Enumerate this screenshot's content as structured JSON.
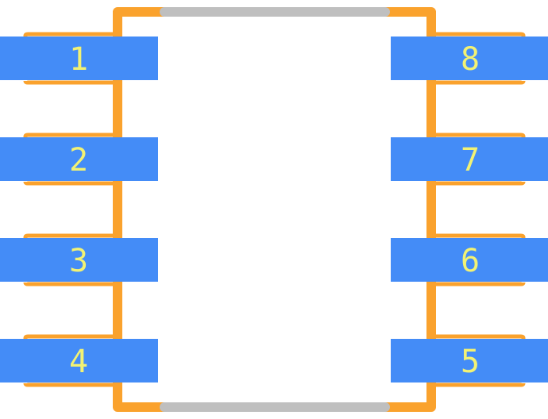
{
  "colors": {
    "background": "#ffffff",
    "outline": "#FAA22D",
    "pad": "#448CF7",
    "label": "#F2F274",
    "edge_marker": "#BFBFBF"
  },
  "pins": [
    {
      "number": "1",
      "side": "left"
    },
    {
      "number": "2",
      "side": "left"
    },
    {
      "number": "3",
      "side": "left"
    },
    {
      "number": "4",
      "side": "left"
    },
    {
      "number": "5",
      "side": "right"
    },
    {
      "number": "6",
      "side": "right"
    },
    {
      "number": "7",
      "side": "right"
    },
    {
      "number": "8",
      "side": "right"
    }
  ]
}
